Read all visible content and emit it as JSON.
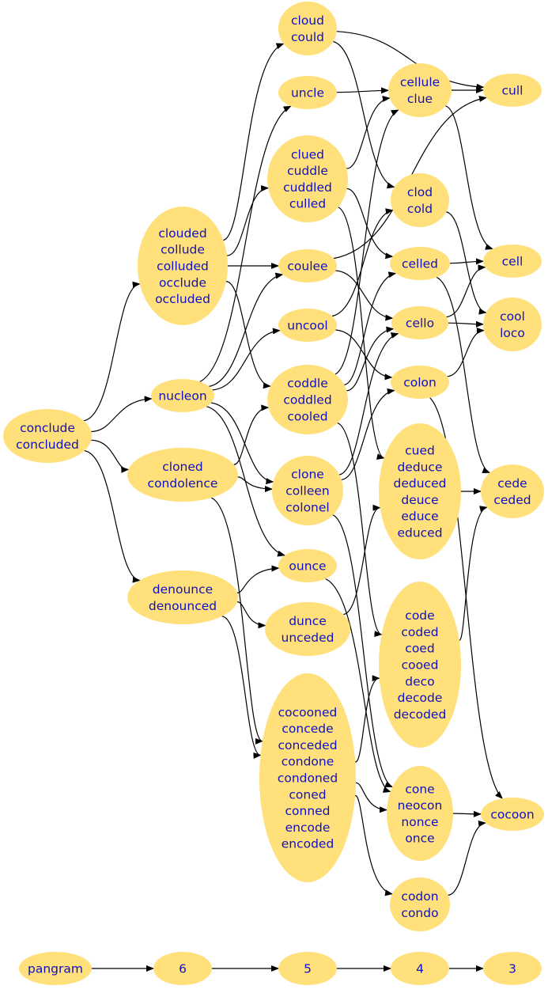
{
  "nodes": [
    {
      "id": "conclude",
      "lines": [
        "conclude",
        "concluded"
      ]
    },
    {
      "id": "clouded",
      "lines": [
        "clouded",
        "collude",
        "colluded",
        "occlude",
        "occluded"
      ]
    },
    {
      "id": "nucleon",
      "lines": [
        "nucleon"
      ]
    },
    {
      "id": "cloned",
      "lines": [
        "cloned",
        "condolence"
      ]
    },
    {
      "id": "denounce",
      "lines": [
        "denounce",
        "denounced"
      ]
    },
    {
      "id": "cloud",
      "lines": [
        "cloud",
        "could"
      ]
    },
    {
      "id": "uncle",
      "lines": [
        "uncle"
      ]
    },
    {
      "id": "clued",
      "lines": [
        "clued",
        "cuddle",
        "cuddled",
        "culled"
      ]
    },
    {
      "id": "coulee",
      "lines": [
        "coulee"
      ]
    },
    {
      "id": "uncool",
      "lines": [
        "uncool"
      ]
    },
    {
      "id": "coddle",
      "lines": [
        "coddle",
        "coddled",
        "cooled"
      ]
    },
    {
      "id": "clone",
      "lines": [
        "clone",
        "colleen",
        "colonel"
      ]
    },
    {
      "id": "ounce",
      "lines": [
        "ounce"
      ]
    },
    {
      "id": "dunce",
      "lines": [
        "dunce",
        "unceded"
      ]
    },
    {
      "id": "cocooned",
      "lines": [
        "cocooned",
        "concede",
        "conceded",
        "condone",
        "condoned",
        "coned",
        "conned",
        "encode",
        "encoded"
      ]
    },
    {
      "id": "cellule",
      "lines": [
        "cellule",
        "clue"
      ]
    },
    {
      "id": "clod",
      "lines": [
        "clod",
        "cold"
      ]
    },
    {
      "id": "celled",
      "lines": [
        "celled"
      ]
    },
    {
      "id": "cello",
      "lines": [
        "cello"
      ]
    },
    {
      "id": "colon",
      "lines": [
        "colon"
      ]
    },
    {
      "id": "cued",
      "lines": [
        "cued",
        "deduce",
        "deduced",
        "deuce",
        "educe",
        "educed"
      ]
    },
    {
      "id": "code",
      "lines": [
        "code",
        "coded",
        "coed",
        "cooed",
        "deco",
        "decode",
        "decoded"
      ]
    },
    {
      "id": "cone",
      "lines": [
        "cone",
        "neocon",
        "nonce",
        "once"
      ]
    },
    {
      "id": "codon",
      "lines": [
        "codon",
        "condo"
      ]
    },
    {
      "id": "cull",
      "lines": [
        "cull"
      ]
    },
    {
      "id": "cell",
      "lines": [
        "cell"
      ]
    },
    {
      "id": "cool",
      "lines": [
        "cool",
        "loco"
      ]
    },
    {
      "id": "cede",
      "lines": [
        "cede",
        "ceded"
      ]
    },
    {
      "id": "cocoon",
      "lines": [
        "cocoon"
      ]
    },
    {
      "id": "pangram",
      "lines": [
        "pangram"
      ]
    },
    {
      "id": "n6",
      "lines": [
        "6"
      ]
    },
    {
      "id": "n5",
      "lines": [
        "5"
      ]
    },
    {
      "id": "n4",
      "lines": [
        "4"
      ]
    },
    {
      "id": "n3",
      "lines": [
        "3"
      ]
    }
  ],
  "edges": [
    [
      "conclude",
      "clouded"
    ],
    [
      "conclude",
      "nucleon"
    ],
    [
      "conclude",
      "cloned"
    ],
    [
      "conclude",
      "denounce"
    ],
    [
      "clouded",
      "cloud"
    ],
    [
      "clouded",
      "clued"
    ],
    [
      "clouded",
      "coulee"
    ],
    [
      "clouded",
      "coddle"
    ],
    [
      "nucleon",
      "uncle"
    ],
    [
      "nucleon",
      "coulee"
    ],
    [
      "nucleon",
      "uncool"
    ],
    [
      "nucleon",
      "clone"
    ],
    [
      "nucleon",
      "ounce"
    ],
    [
      "nucleon",
      "cue_placeholder"
    ],
    [
      "cloned",
      "coddle"
    ],
    [
      "cloned",
      "clone"
    ],
    [
      "cloned",
      "cocooned"
    ],
    [
      "denounce",
      "ounce"
    ],
    [
      "denounce",
      "dunce"
    ],
    [
      "denounce",
      "cocooned"
    ],
    [
      "cloud",
      "cull"
    ],
    [
      "cloud",
      "clod"
    ],
    [
      "uncle",
      "cellule"
    ],
    [
      "clued",
      "cellule"
    ],
    [
      "clued",
      "celled"
    ],
    [
      "clued",
      "cued"
    ],
    [
      "coulee",
      "cull"
    ],
    [
      "coulee",
      "cello"
    ],
    [
      "uncool",
      "clod"
    ],
    [
      "uncool",
      "colon"
    ],
    [
      "coddle",
      "cellule"
    ],
    [
      "coddle",
      "celled"
    ],
    [
      "coddle",
      "cello"
    ],
    [
      "coddle",
      "code"
    ],
    [
      "clone",
      "cello"
    ],
    [
      "clone",
      "colon"
    ],
    [
      "clone",
      "cone"
    ],
    [
      "ounce",
      "cone"
    ],
    [
      "dunce",
      "cued"
    ],
    [
      "cocooned",
      "code"
    ],
    [
      "cocooned",
      "cone"
    ],
    [
      "cocooned",
      "codon"
    ],
    [
      "cellule",
      "cull"
    ],
    [
      "cellule",
      "cell"
    ],
    [
      "clod",
      "cool"
    ],
    [
      "celled",
      "cell"
    ],
    [
      "celled",
      "cede"
    ],
    [
      "cello",
      "cell"
    ],
    [
      "cello",
      "cool"
    ],
    [
      "colon",
      "cool"
    ],
    [
      "colon",
      "cocoon"
    ],
    [
      "cued",
      "cede"
    ],
    [
      "code",
      "cede"
    ],
    [
      "cone",
      "cocoon"
    ],
    [
      "codon",
      "cocoon"
    ],
    [
      "pangram",
      "n6"
    ],
    [
      "n6",
      "n5"
    ],
    [
      "n5",
      "n4"
    ],
    [
      "n4",
      "n3"
    ]
  ],
  "colors": {
    "node_fill": "#FFE07A",
    "label": "#1010C0",
    "edge": "#000000"
  }
}
